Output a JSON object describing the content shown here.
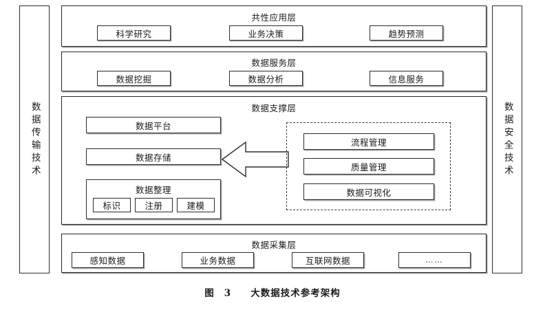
{
  "figure": {
    "caption_label": "图",
    "caption_number": "3",
    "caption_title": "大数据技术参考架构"
  },
  "side_panels": {
    "left": {
      "label": "数据传输技术"
    },
    "right": {
      "label": "数据安全技术"
    }
  },
  "layers": [
    {
      "id": "application-layer",
      "title": "共性应用层",
      "nodes": [
        {
          "label": "科学研究"
        },
        {
          "label": "业务决策"
        },
        {
          "label": "趋势预测"
        }
      ]
    },
    {
      "id": "service-layer",
      "title": "数据服务层",
      "nodes": [
        {
          "label": "数据挖掘"
        },
        {
          "label": "数据分析"
        },
        {
          "label": "信息服务"
        }
      ]
    },
    {
      "id": "support-layer",
      "title": "数据支撑层",
      "left_nodes": [
        {
          "label": "数据平台"
        },
        {
          "label": "数据存储"
        }
      ],
      "group": {
        "caption": "数据整理",
        "items": [
          {
            "label": "标识"
          },
          {
            "label": "注册"
          },
          {
            "label": "建模"
          }
        ]
      },
      "dashed_group": {
        "items": [
          {
            "label": "流程管理"
          },
          {
            "label": "质量管理"
          },
          {
            "label": "数据可视化"
          }
        ]
      },
      "arrow": {
        "direction": "left"
      }
    },
    {
      "id": "collection-layer",
      "title": "数据采集层",
      "nodes": [
        {
          "label": "感知数据"
        },
        {
          "label": "业务数据"
        },
        {
          "label": "互联网数据"
        },
        {
          "label": "……"
        }
      ]
    }
  ],
  "colors": {
    "line": "#2b2b2b",
    "shadow": "#9e9e9e",
    "background": "#ffffff"
  }
}
